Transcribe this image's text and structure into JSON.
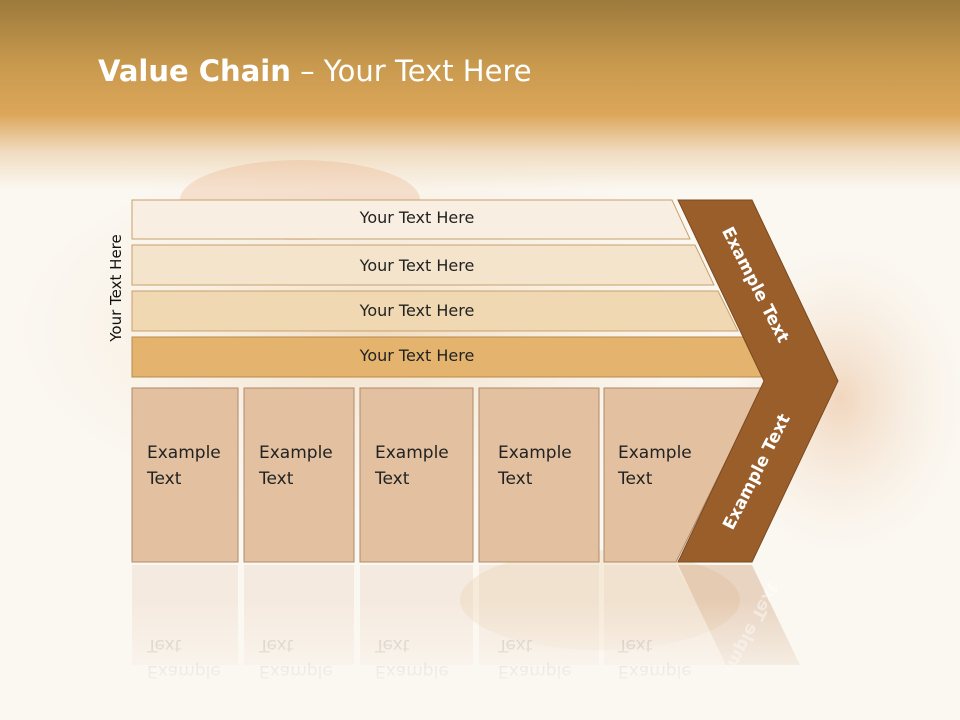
{
  "title": {
    "bold": "Value Chain",
    "rest": " – Your Text Here"
  },
  "side_label": "Your Text Here",
  "rows": [
    {
      "label": "Your Text Here"
    },
    {
      "label": "Your Text Here"
    },
    {
      "label": "Your Text Here"
    },
    {
      "label": "Your Text Here"
    }
  ],
  "boxes": [
    {
      "line1": "Example",
      "line2": "Text"
    },
    {
      "line1": "Example",
      "line2": "Text"
    },
    {
      "line1": "Example",
      "line2": "Text"
    },
    {
      "line1": "Example",
      "line2": "Text"
    },
    {
      "line1": "Example",
      "line2": "Text"
    }
  ],
  "chevron": {
    "upper_label": "Example Text",
    "lower_label": "Example Text"
  },
  "colors": {
    "header": "#dca65a",
    "row1": "#f8efe2",
    "row2": "#f4e4cb",
    "row3": "#efd8b2",
    "row4": "#e4b46e",
    "box_fill": "#e2c0a0",
    "chevron": "#9a5e2b"
  }
}
